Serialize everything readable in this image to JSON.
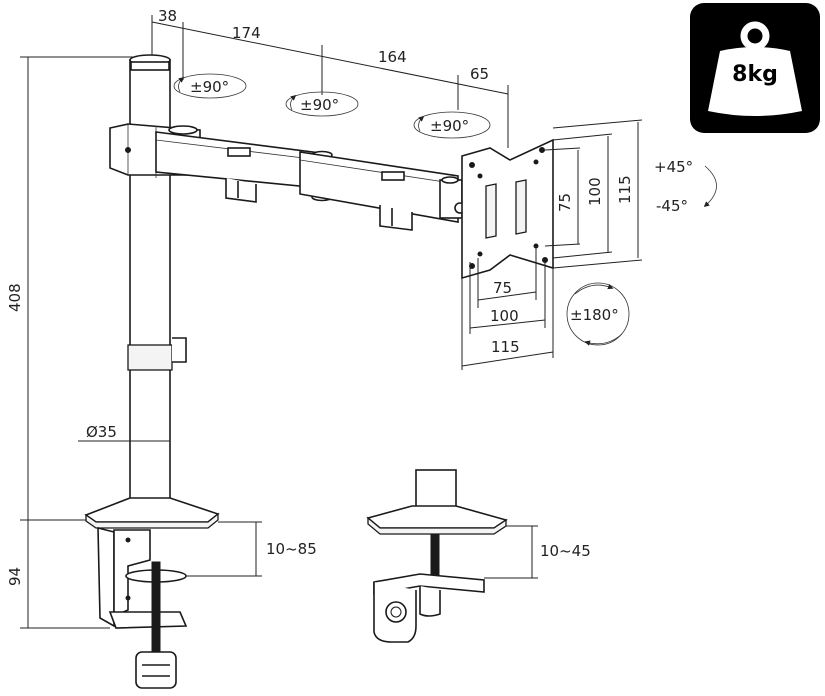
{
  "weight": {
    "label": "8kg"
  },
  "dimensions": {
    "pole_offset": "38",
    "arm_first": "174",
    "arm_second": "164",
    "plate_offset": "65",
    "height_total": "408",
    "pole_diameter": "Ø35",
    "clamp_height": "94",
    "clamp_range": "10~85",
    "grommet_range": "10~45",
    "vesa_small_w": "75",
    "vesa_mid_w": "100",
    "vesa_large_w": "115",
    "vesa_small_h": "75",
    "vesa_mid_h": "100",
    "vesa_large_h": "115"
  },
  "rotations": {
    "swivel_1": "±90°",
    "swivel_2": "±90°",
    "swivel_3": "±90°",
    "tilt_up": "+45°",
    "tilt_down": "-45°",
    "rotate": "±180°"
  },
  "icons": [
    "weight-icon",
    "rotation-arrow-icon"
  ]
}
